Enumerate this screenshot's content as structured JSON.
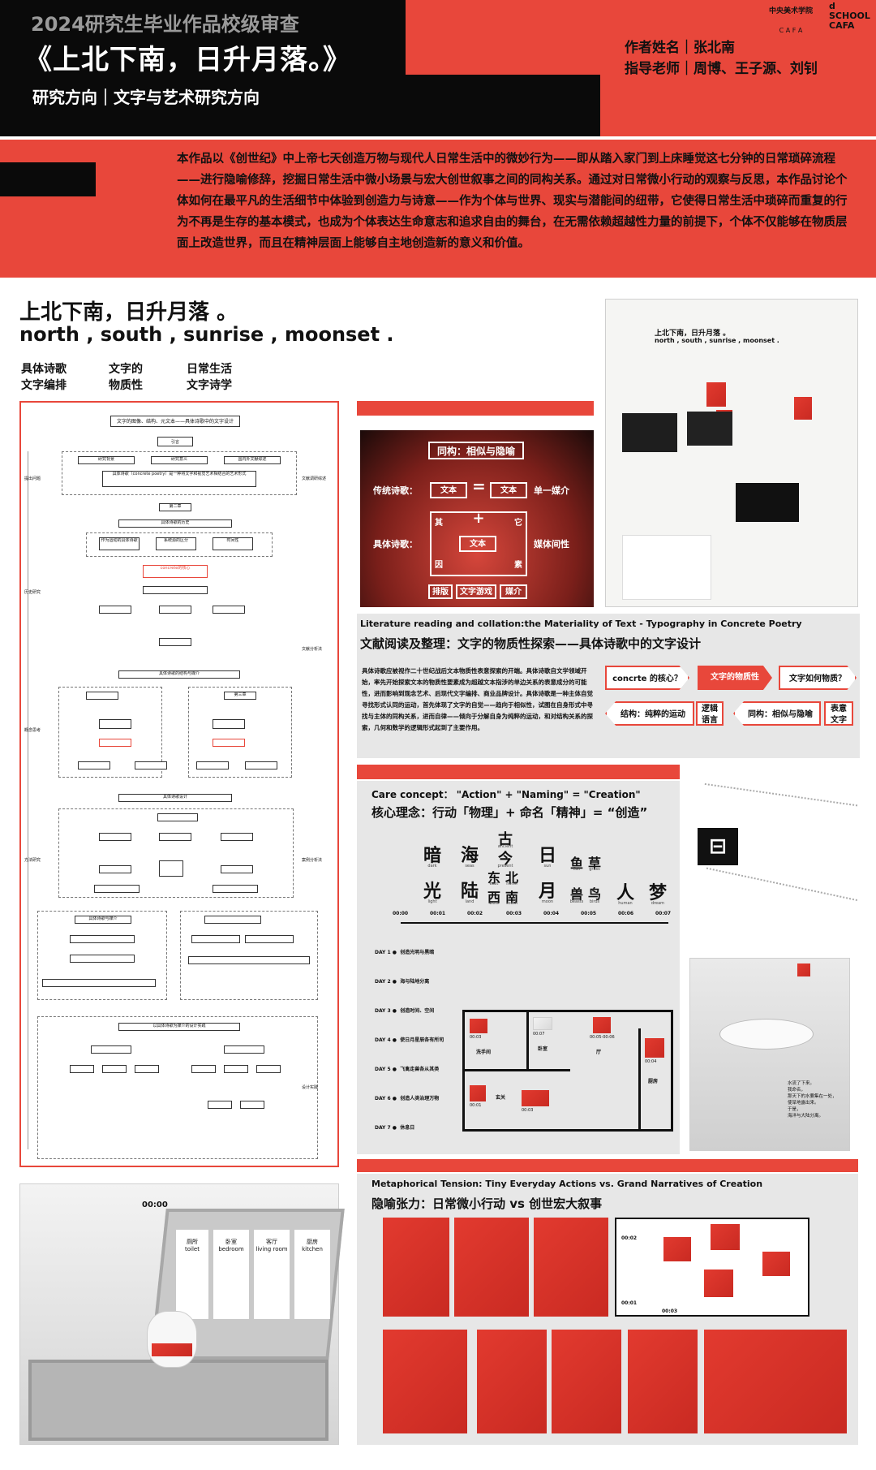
{
  "header": {
    "review_title": "2024研究生毕业作品校级审查",
    "work_title": "《上北下南，日升月落。》",
    "direction": "研究方向｜文字与艺术研究方向",
    "author": "作者姓名｜张北南",
    "advisors": "指导老师｜周博、王子源、刘钊",
    "logo_cafa_cn": "中央美术学院",
    "logo_cafa_en": "C A F A",
    "logo_school": "d\nSCHOOL\nCAFA"
  },
  "abstract": "本作品以《创世纪》中上帝七天创造万物与现代人日常生活中的微妙行为——即从踏入家门到上床睡觉这七分钟的日常琐碎流程——进行隐喻修辞，挖掘日常生活中微小场景与宏大创世叙事之间的同构关系。通过对日常微小行动的观察与反思，本作品讨论个体如何在最平凡的生活细节中体验到创造力与诗意——作为个体与世界、现实与潜能间的纽带，它使得日常生活中琐碎而重复的行为不再是生存的基本模式，也成为个体表达生命意志和追求自由的舞台，在无需依赖超越性力量的前提下，个体不仅能够在物质层面上改造世界，而且在精神层面上能够自主地创造新的意义和价值。",
  "main_title": {
    "cn": "上北下南，日升月落 。",
    "en": "north , south , sunrise , moonset ."
  },
  "keywords": [
    "具体诗歌\n文字编排",
    "文字的\n物质性",
    "日常生活\n文字诗学"
  ],
  "flowchart": {
    "top": "文字的图像、结构、元文本——具体诗歌中的文字设计",
    "intro": "引言",
    "intro_items": [
      "研究背景",
      "研究意义",
      "国内外文献综述"
    ],
    "concept": "具体诗歌（concrete poetry）是一种将文字和视觉艺术相结合的艺术形式",
    "ch2": "第二章",
    "ch2_title": "具体诗歌的历史",
    "ch2_items": [
      "作为运动的具体诗歌",
      "系统源的区分",
      "时间性"
    ],
    "core": "concrete的核心",
    "ch3_title": "具体诗歌的结构与媒介",
    "ch3": "第三章",
    "ch4_title": "具体诗歌设计",
    "ch5_title": "具体诗歌与媒介",
    "ch6_title": "以具体诗歌为媒介的设计实践",
    "left_labels": [
      "提出问题",
      "历史研究",
      "概念思考",
      "方法研究"
    ],
    "right_labels": [
      "文献调研综述",
      "文献分析法",
      "案例分析法",
      "设计实践"
    ]
  },
  "diagram": {
    "tongguo": "同构：相似与隐喻",
    "traditional": "传统诗歌：",
    "text": "文本",
    "single": "单一媒介",
    "concrete": "具体诗歌：",
    "intermedia": "媒体间性",
    "qi": "其",
    "ta": "它",
    "yin": "因",
    "su": "素",
    "plus": "+",
    "eq": "=",
    "tags": [
      "排版",
      "文字游戏",
      "媒介"
    ]
  },
  "literature": {
    "title_en": "Literature reading and collation:the Materiality of Text - Typography in Concrete Poetry",
    "title_cn": "文献阅读及整理：文字的物质性探索——具体诗歌中的文字设计",
    "body": "具体诗歌应被视作二十世纪战后文本物质性表意探索的开端。具体诗歌自文学领域开始，率先开始探索文本的物质性要素成为超越文本指涉的单边关系的表意成分的可能性，进而影响到观念艺术、后现代文字编排、商业品牌设计。具体诗歌是一种主体自觉寻找形式认同的运动，首先体现了文字的自觉——趋向于相似性，试图在自身形式中寻找与主体的同构关系，进而自律——倾向于分解自身为纯粹的运动，和对结构关系的探索，几何和数学的逻辑形式起到了主要作用。",
    "flow": [
      "concrte 的核心？",
      "文字的物质性",
      "文字如何物质？",
      "结构：纯粹的运动",
      "逻辑\n语言",
      "同构：相似与隐喻",
      "表意\n文字"
    ]
  },
  "core": {
    "title_en": "Care concept： \"Action\" + \"Naming\" = \"Creation\"",
    "title_cn": "核心理念：行动「物理」+ 命名「精神」= “创造”",
    "glyphs": [
      {
        "top": "暗",
        "top_sub": "dark",
        "bot": "光",
        "bot_sub": "light",
        "time": "00:01"
      },
      {
        "top": "海",
        "top_sub": "seas",
        "bot": "陆",
        "bot_sub": "land",
        "time": "00:02"
      },
      {
        "top": "古",
        "top_sub": "ancient",
        "mid1": "今",
        "mid1_sub": "present",
        "mid2": "东",
        "mid2_sub": "east",
        "mid3": "北",
        "mid3_sub": "north",
        "bot": "西",
        "bot_sub": "west",
        "bot2": "南",
        "bot2_sub": "south",
        "time": "00:03"
      },
      {
        "top": "日",
        "top_sub": "sun",
        "bot": "月",
        "bot_sub": "moon",
        "time": "00:04"
      },
      {
        "top": "鱼",
        "top_sub": "fish",
        "top2": "草",
        "top2_sub": "grass",
        "bot": "兽",
        "bot_sub": "beasts",
        "bot2": "鸟",
        "bot2_sub": "birds",
        "time": "00:05"
      },
      {
        "bot": "人",
        "bot_sub": "human",
        "time": "00:06"
      },
      {
        "bot": "梦",
        "bot_sub": "dream",
        "time": "00:07"
      }
    ],
    "start_time": "00:00",
    "days": [
      {
        "day": "DAY 1",
        "text": "创造光明与黑暗"
      },
      {
        "day": "DAY 2",
        "text": "海与陆地分离"
      },
      {
        "day": "DAY 3",
        "text": "创造时间、空间"
      },
      {
        "day": "DAY 4",
        "text": "使日月星辰各有所司"
      },
      {
        "day": "DAY 5",
        "text": "飞禽走兽各从其类"
      },
      {
        "day": "DAY 6",
        "text": "创造人类治理万物"
      },
      {
        "day": "DAY 7",
        "text": "休息日"
      }
    ],
    "rooms": [
      "洗手间",
      "卧室",
      "厅",
      "厨房",
      "玄关"
    ],
    "room_times": [
      "00:03",
      "00:07",
      "00:05-00:06",
      "00:04",
      "00:01",
      "00:03"
    ]
  },
  "tension": {
    "title_en": "Metaphorical Tension: Tiny Everyday Actions vs. Grand Narratives of Creation",
    "title_cn": "隐喻张力：日常微小行动 vs 创世宏大叙事",
    "frame_times": [
      "00:02",
      "00:01",
      "00:03"
    ]
  },
  "case": {
    "labels": [
      "厕所\ntoilet",
      "卧室\nbedroom",
      "客厅\nliving room",
      "厨房\nkitchen"
    ],
    "time": "00:00"
  },
  "exhibit": {
    "title": "上北下南，日升月落 。",
    "subtitle": "north , south , sunrise , moonset .",
    "sink_text": "水流了下来。\n我命名，\n那天下的水要集在一处，\n使旱地露出来。\n于是，\n海洋与大陆分离。"
  }
}
